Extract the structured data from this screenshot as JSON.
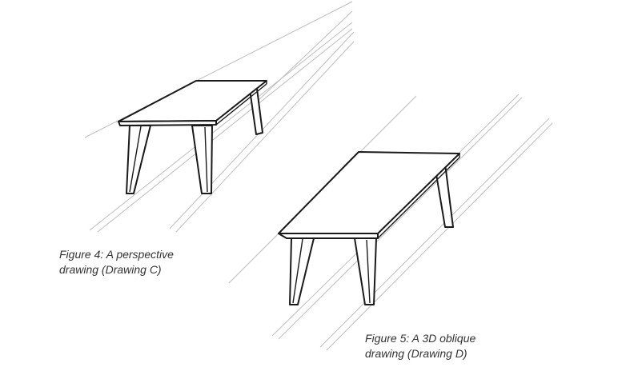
{
  "figures": [
    {
      "id": "figure-4",
      "caption_line1": "Figure 4: A perspective",
      "caption_line2": "drawing (Drawing C)"
    },
    {
      "id": "figure-5",
      "caption_line1": "Figure 5: A 3D oblique",
      "caption_line2": "drawing (Drawing D)"
    }
  ]
}
